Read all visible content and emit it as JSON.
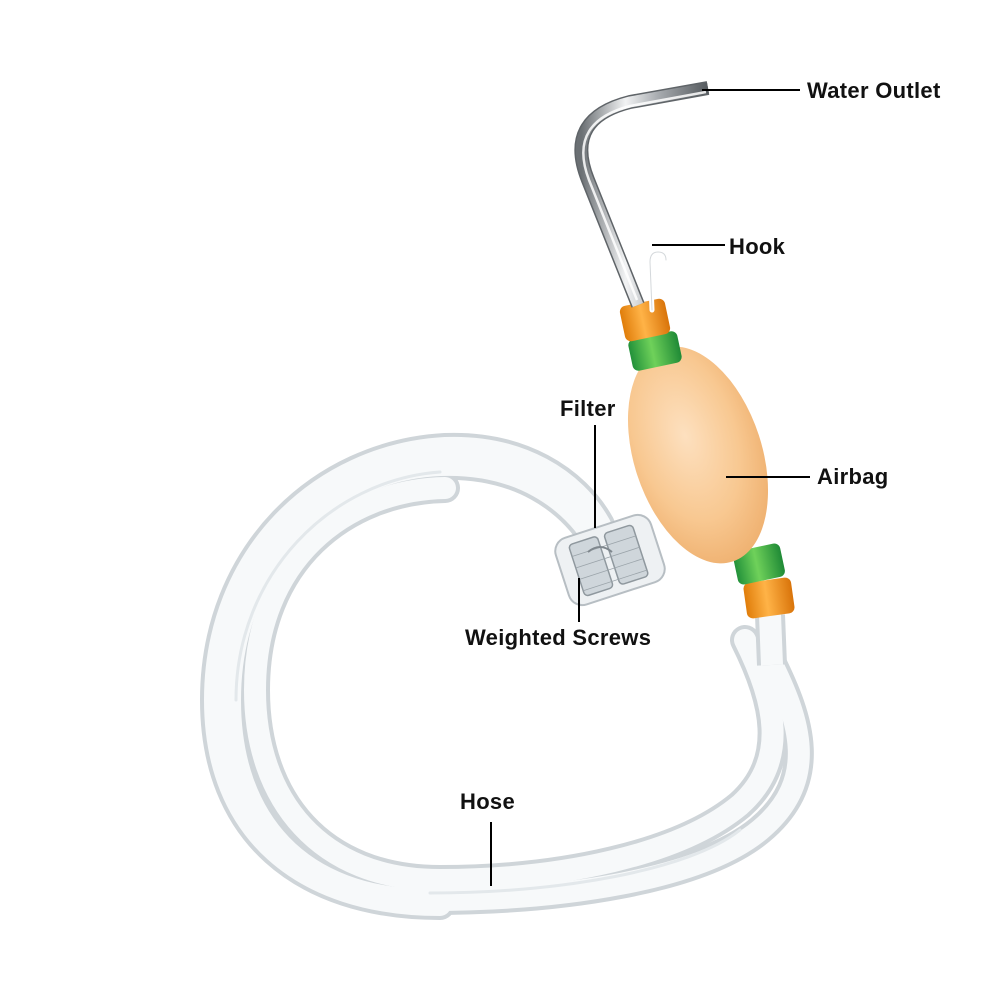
{
  "labels": {
    "water_outlet": "Water Outlet",
    "hook": "Hook",
    "filter": "Filter",
    "airbag": "Airbag",
    "weighted_screws": "Weighted Screws",
    "hose": "Hose"
  },
  "colors": {
    "tube_white": "#f4f6f7",
    "tube_shadow": "#c9cfd3",
    "steel": "#b8bcc0",
    "steel_dark": "#5f6468",
    "bulb": "#f7c48f",
    "fitting_orange": "#f29a1f",
    "fitting_green": "#3db54a",
    "leader_line": "#000000"
  }
}
